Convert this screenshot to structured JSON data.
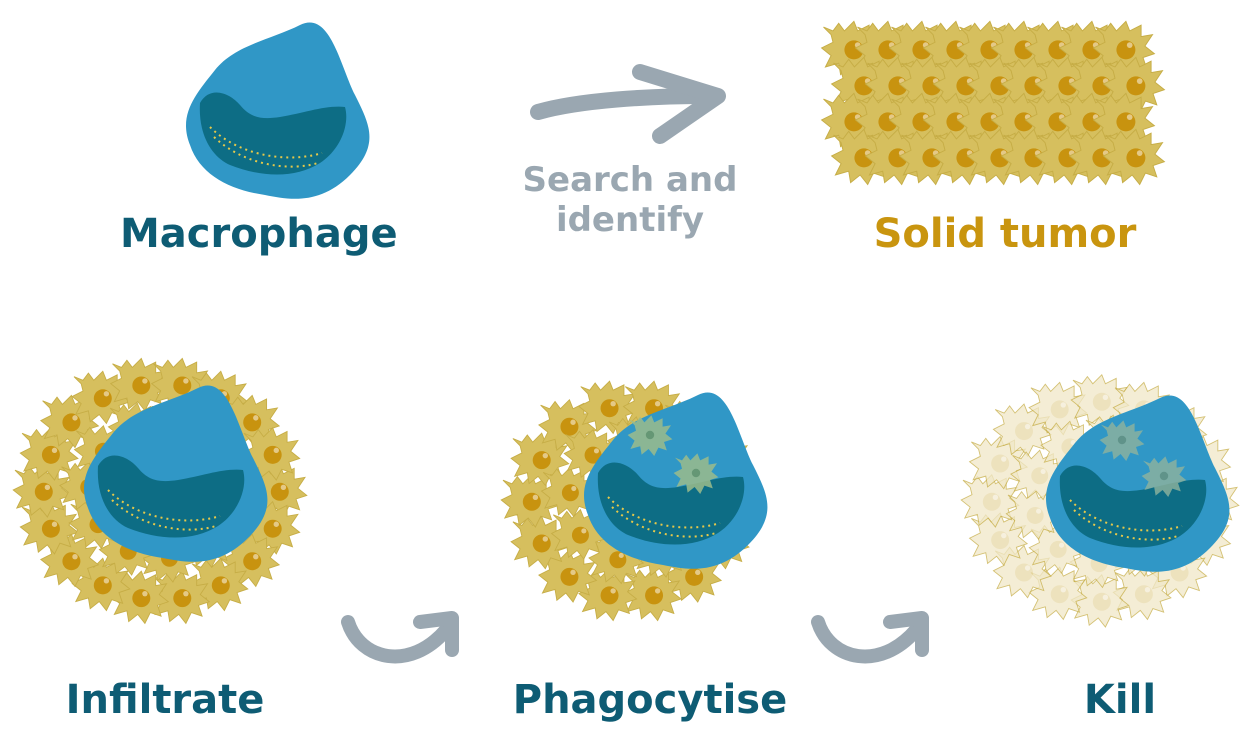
{
  "colors": {
    "macrophage": "#3097c6",
    "macrophage_dark": "#0d6d85",
    "label_teal": "#0e5c74",
    "tumor_cell": "#d6bf5e",
    "tumor_cell_edge": "#c6ad46",
    "nucleus": "#c8930f",
    "arrow": "#9aa7b1",
    "tumor_label": "#c9950f",
    "digested": "#9cbc8c",
    "dead_cell": "#f1e8c8"
  },
  "stages": {
    "macrophage": {
      "label": "Macrophage",
      "icon": "macrophage-icon"
    },
    "search": {
      "label_line1": "Search and",
      "label_line2": "identify",
      "icon": "arrow-icon"
    },
    "tumor": {
      "label": "Solid tumor",
      "icon": "tumor-cluster-icon"
    },
    "infiltrate": {
      "label": "Infiltrate",
      "icon": "macrophage-in-tumor-icon"
    },
    "phagocytise": {
      "label": "Phagocytise",
      "icon": "macrophage-engulfing-icon"
    },
    "kill": {
      "label": "Kill",
      "icon": "dead-tumor-icon"
    }
  }
}
